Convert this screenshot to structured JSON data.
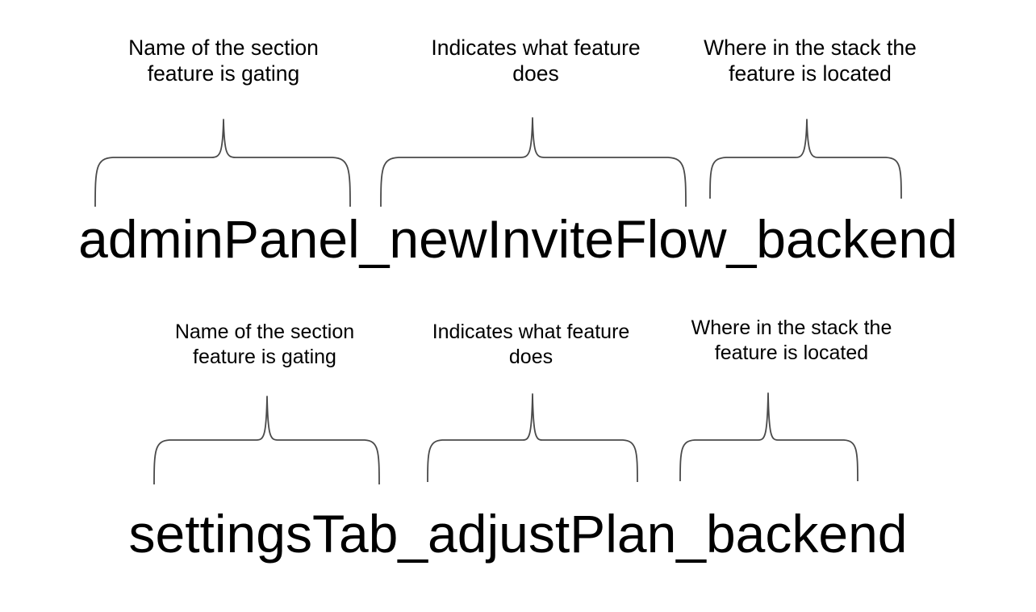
{
  "slide": {
    "background_color": "#ffffff",
    "text_color": "#000000",
    "brace_color": "#4a4a4a"
  },
  "examples": [
    {
      "flag_name": "adminPanel_newInviteFlow_backend",
      "segments": [
        {
          "token": "adminPanel",
          "caption": "Name of the section\nfeature is gating"
        },
        {
          "token": "newInviteFlow",
          "caption": "Indicates what feature\ndoes"
        },
        {
          "token": "backend",
          "caption": "Where in the stack the\nfeature is located"
        }
      ]
    },
    {
      "flag_name": "settingsTab_adjustPlan_backend",
      "segments": [
        {
          "token": "settingsTab",
          "caption": "Name of the section\nfeature is gating"
        },
        {
          "token": "adjustPlan",
          "caption": "Indicates what feature\ndoes"
        },
        {
          "token": "backend",
          "caption": "Where in the stack the\nfeature is located"
        }
      ]
    }
  ]
}
